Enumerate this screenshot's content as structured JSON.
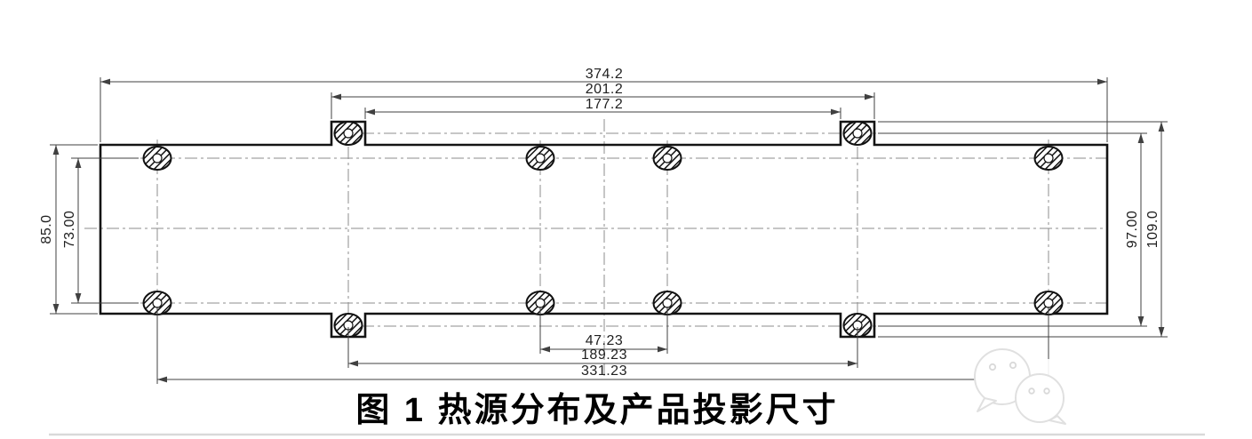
{
  "figure": {
    "caption": "图 1  热源分布及产品投影尺寸"
  },
  "dimensions": {
    "overall_width": "374.2",
    "tab_outer_width": "201.2",
    "tab_inner_width": "177.2",
    "body_height": "85.0",
    "hole_rows_spacing": "73.00",
    "tab_holes_spacing": "97.00",
    "overall_height": "109.0",
    "center_holes_spacing": "47.23",
    "tab_holes_span": "189.23",
    "outer_holes_span": "331.23"
  },
  "icons": {
    "watermark": "wechat-logo",
    "hole_marker": "hatched-circle-hole"
  },
  "colors": {
    "outline": "#141414",
    "dimension_line": "#404040",
    "centerline": "#8c8c8c",
    "text": "#1f1f1f",
    "caption": "#000000",
    "divider": "#d9d9d9",
    "watermark_stroke": "#e0e0e0"
  }
}
